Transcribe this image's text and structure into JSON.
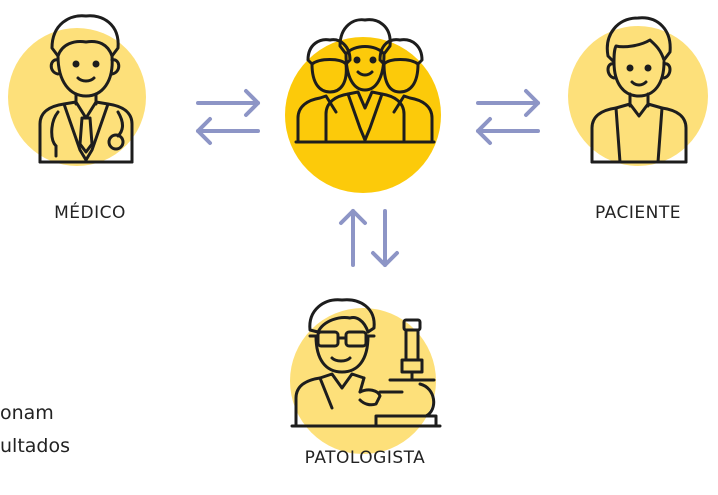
{
  "nodes": {
    "medico": {
      "label": "MÉDICO"
    },
    "team": {
      "label": ""
    },
    "paciente": {
      "label": "PACIENTE"
    },
    "patologista": {
      "label": "PATOLOGISTA"
    }
  },
  "side_text": {
    "line1": "onam",
    "line2": "ultados"
  },
  "colors": {
    "yellow_light": "#FDE07A",
    "yellow_strong": "#FCCA0A",
    "stroke": "#1d1d1d",
    "arrow": "#8d95c6"
  },
  "icons": {
    "medico": "doctor-icon",
    "team": "team-icon",
    "paciente": "patient-icon",
    "patologista": "pathologist-microscope-icon"
  }
}
